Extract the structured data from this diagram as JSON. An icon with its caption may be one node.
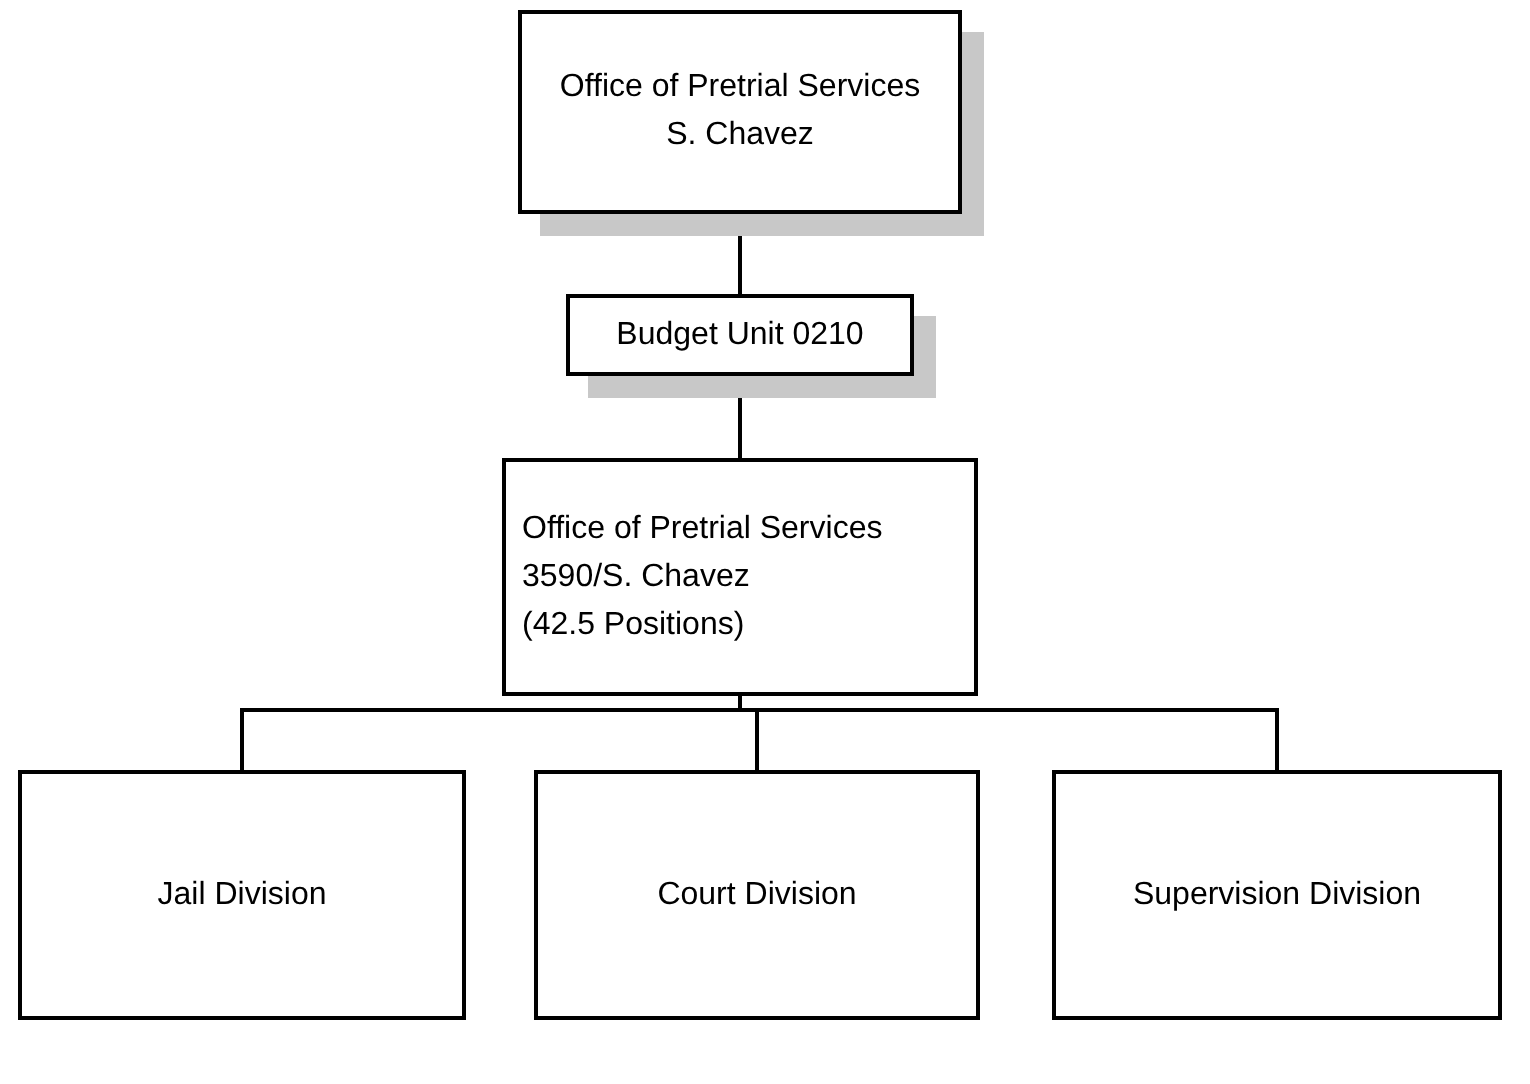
{
  "diagram": {
    "nodes": [
      {
        "text": [
          "Office of Pretrial Services S. Chavez"
        ]
      },
      {
        "text": [
          "Budget Unit 0210"
        ]
      },
      {
        "text": [
          "Office of Pretrial Services",
          "3590/S. Chavez",
          "(42.5 Positions)"
        ]
      },
      {
        "text": [
          "Jail Division"
        ]
      },
      {
        "text": [
          "Court Division"
        ]
      },
      {
        "text": [
          "Supervision Division"
        ]
      }
    ],
    "edges": [
      {
        "from": 0,
        "to": 1,
        "arrow": "none"
      },
      {
        "from": 1,
        "to": 2,
        "arrow": "none"
      },
      {
        "from": 2,
        "to": 3,
        "arrow": "none"
      },
      {
        "from": 2,
        "to": 4,
        "arrow": "none"
      },
      {
        "from": 2,
        "to": 5,
        "arrow": "none"
      }
    ]
  }
}
